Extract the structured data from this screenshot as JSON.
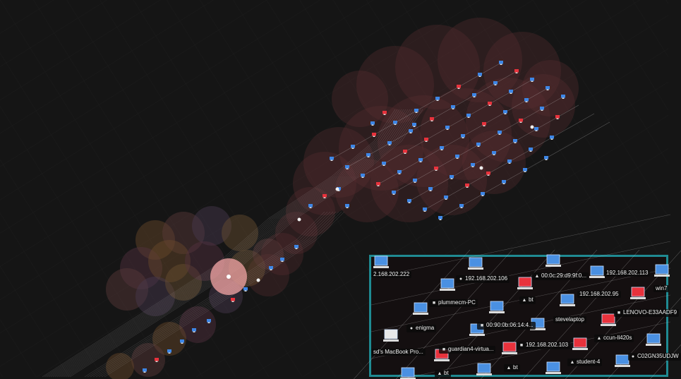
{
  "colors": {
    "background": "#151515",
    "managed_host": "#3d86e6",
    "alert_host": "#e8323c",
    "edge": "#d8d8d8",
    "panel_border": "#1f8a92",
    "selected_halo": "#f4a6a6"
  },
  "zoom_panel": {
    "labels": [
      {
        "text": "2.168.202.222",
        "icon": ""
      },
      {
        "text": "192.168.202.106",
        "icon": "apple-icon"
      },
      {
        "text": "00:0c:29:d9:9f:0...",
        "icon": "linux-icon"
      },
      {
        "text": "192.168.202.113",
        "icon": ""
      },
      {
        "text": "win7",
        "icon": ""
      },
      {
        "text": "plummecm-PC",
        "icon": "windows-icon"
      },
      {
        "text": "bt",
        "icon": "linux-icon"
      },
      {
        "text": "192.168.202.95",
        "icon": ""
      },
      {
        "text": "LENOVO-E33AADF9",
        "icon": "windows-icon"
      },
      {
        "text": "stevelaptop",
        "icon": ""
      },
      {
        "text": "enigma",
        "icon": "apple-icon"
      },
      {
        "text": "00:90:0b:06:14:4...",
        "icon": "windows-icon"
      },
      {
        "text": "ccun-ll420s",
        "icon": "linux-icon"
      },
      {
        "text": "192.168.202.103",
        "icon": "windows-icon"
      },
      {
        "text": "C02GN35UDJW",
        "icon": "apple-icon"
      },
      {
        "text": "sd's MacBook Pro...",
        "icon": ""
      },
      {
        "text": "guardian4-virtua...",
        "icon": "windows-icon"
      },
      {
        "text": "student-4",
        "icon": "linux-icon"
      },
      {
        "text": "bt",
        "icon": "linux-icon"
      },
      {
        "text": "bt",
        "icon": "linux-icon"
      }
    ]
  }
}
